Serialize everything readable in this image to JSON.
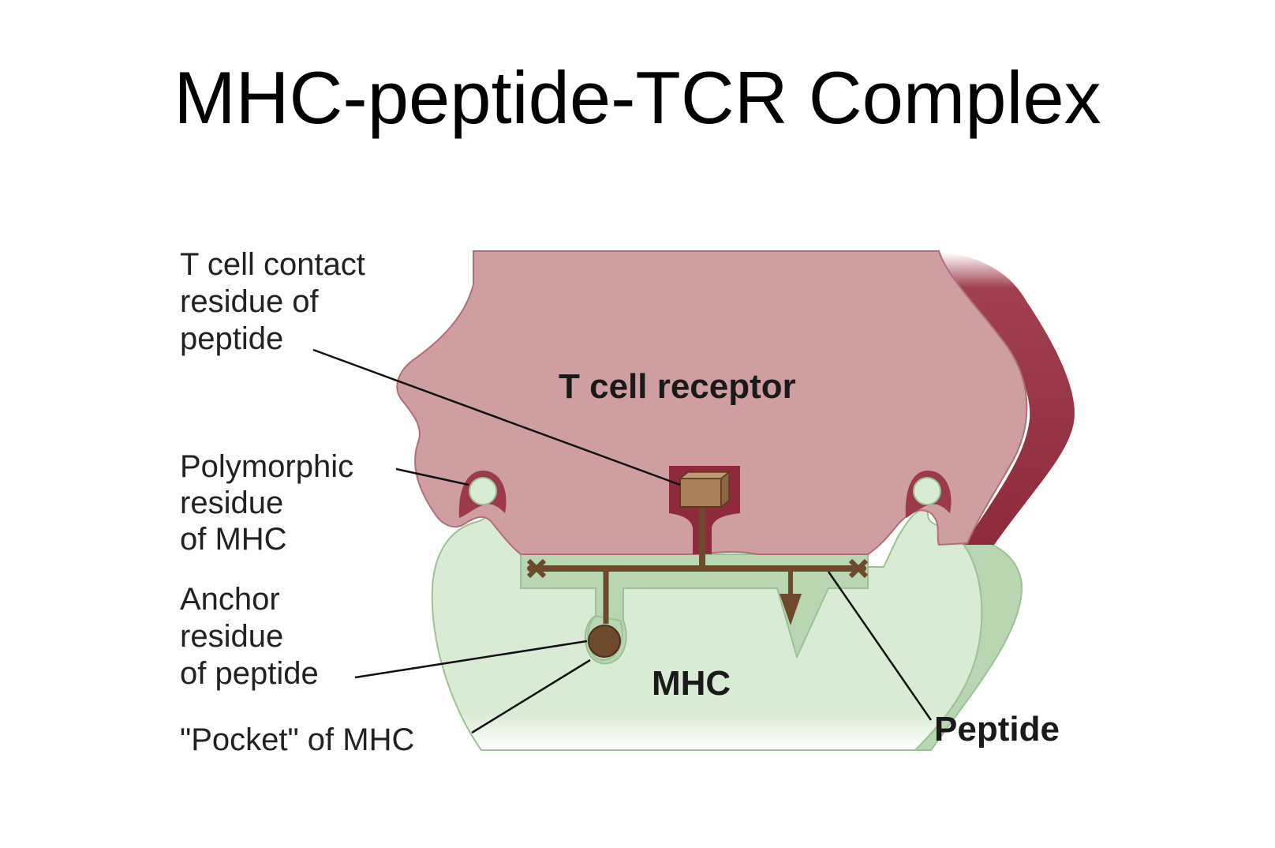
{
  "title": "MHC-peptide-TCR Complex",
  "colors": {
    "tcr_fill": "#cf9ea0",
    "tcr_dark": "#8e2a3b",
    "mhc_fill": "#d9ebd5",
    "mhc_dark": "#b9d6b2",
    "peptide": "#6e4a2d",
    "leader": "#111111"
  },
  "labels": {
    "tcr_contact": [
      "T cell contact",
      "residue of",
      "peptide"
    ],
    "polymorphic": [
      "Polymorphic",
      "residue",
      "of MHC"
    ],
    "anchor": [
      "Anchor",
      "residue",
      "of peptide"
    ],
    "pocket": "\"Pocket\" of MHC",
    "tcr": "T cell receptor",
    "mhc": "MHC",
    "peptide": "Peptide"
  }
}
